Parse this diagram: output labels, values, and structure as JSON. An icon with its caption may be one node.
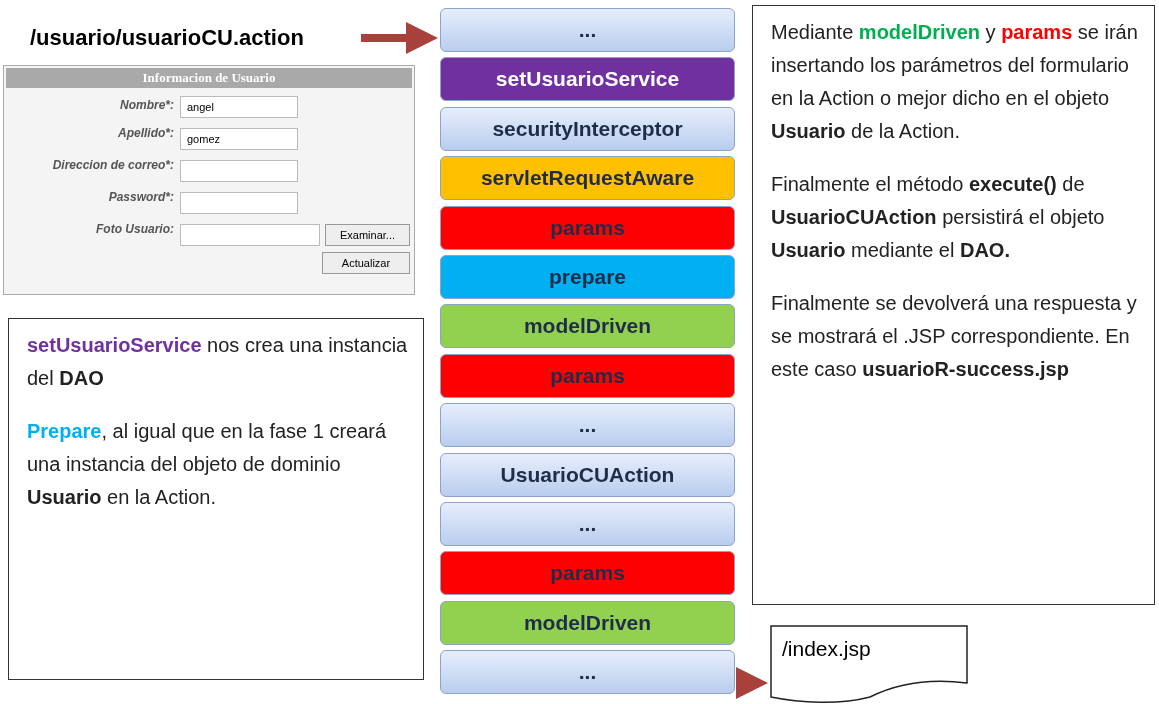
{
  "diagram": {
    "nodes": [
      {
        "text": [
          "/usuario/usuarioCU.action"
        ]
      },
      {
        "text": [
          "..."
        ]
      },
      {
        "text": [
          "setUsuarioService"
        ]
      },
      {
        "text": [
          "securityInterceptor"
        ]
      },
      {
        "text": [
          "servletRequestAware"
        ]
      },
      {
        "text": [
          "params"
        ]
      },
      {
        "text": [
          "prepare"
        ]
      },
      {
        "text": [
          "modelDriven"
        ]
      },
      {
        "text": [
          "params"
        ]
      },
      {
        "text": [
          "..."
        ]
      },
      {
        "text": [
          "UsuarioCUAction"
        ]
      },
      {
        "text": [
          "..."
        ]
      },
      {
        "text": [
          "params"
        ]
      },
      {
        "text": [
          "modelDriven"
        ]
      },
      {
        "text": [
          "..."
        ]
      },
      {
        "text": [
          "Mediante **modelDriven** y **params** se irán insertando los parámetros del formulario en la Action o mejor dicho en el objeto **Usuario** de la Action.",
          "Finalmente el método **execute()** de **UsuarioCUAction** persistirá el objeto **Usuario** mediante el **DAO.**",
          "Finalmente se devolverá una respuesta y se mostrará el .JSP correspondiente. En este caso **usuarioR-success.jsp**"
        ]
      },
      {
        "text": [
          "**setUsuarioService** nos crea una instancia del **DAO**",
          "**Prepare**, al igual que en la fase 1 creará una instancia del objeto de dominio **Usuario** en la Action."
        ]
      },
      {
        "text": [
          "/index.jsp"
        ]
      }
    ],
    "edges": [
      {
        "from": 0,
        "to": 1,
        "arrow": "to"
      },
      {
        "from": 14,
        "to": 17,
        "arrow": "to"
      }
    ],
    "labels": [
      "Informacion de Usuario",
      "Nombre*:",
      "angel",
      "Apellido*:",
      "gomez",
      "Direccion de correo*:",
      "Password*:",
      "Foto Usuario:",
      "Examinar...",
      "Actualizar"
    ]
  }
}
